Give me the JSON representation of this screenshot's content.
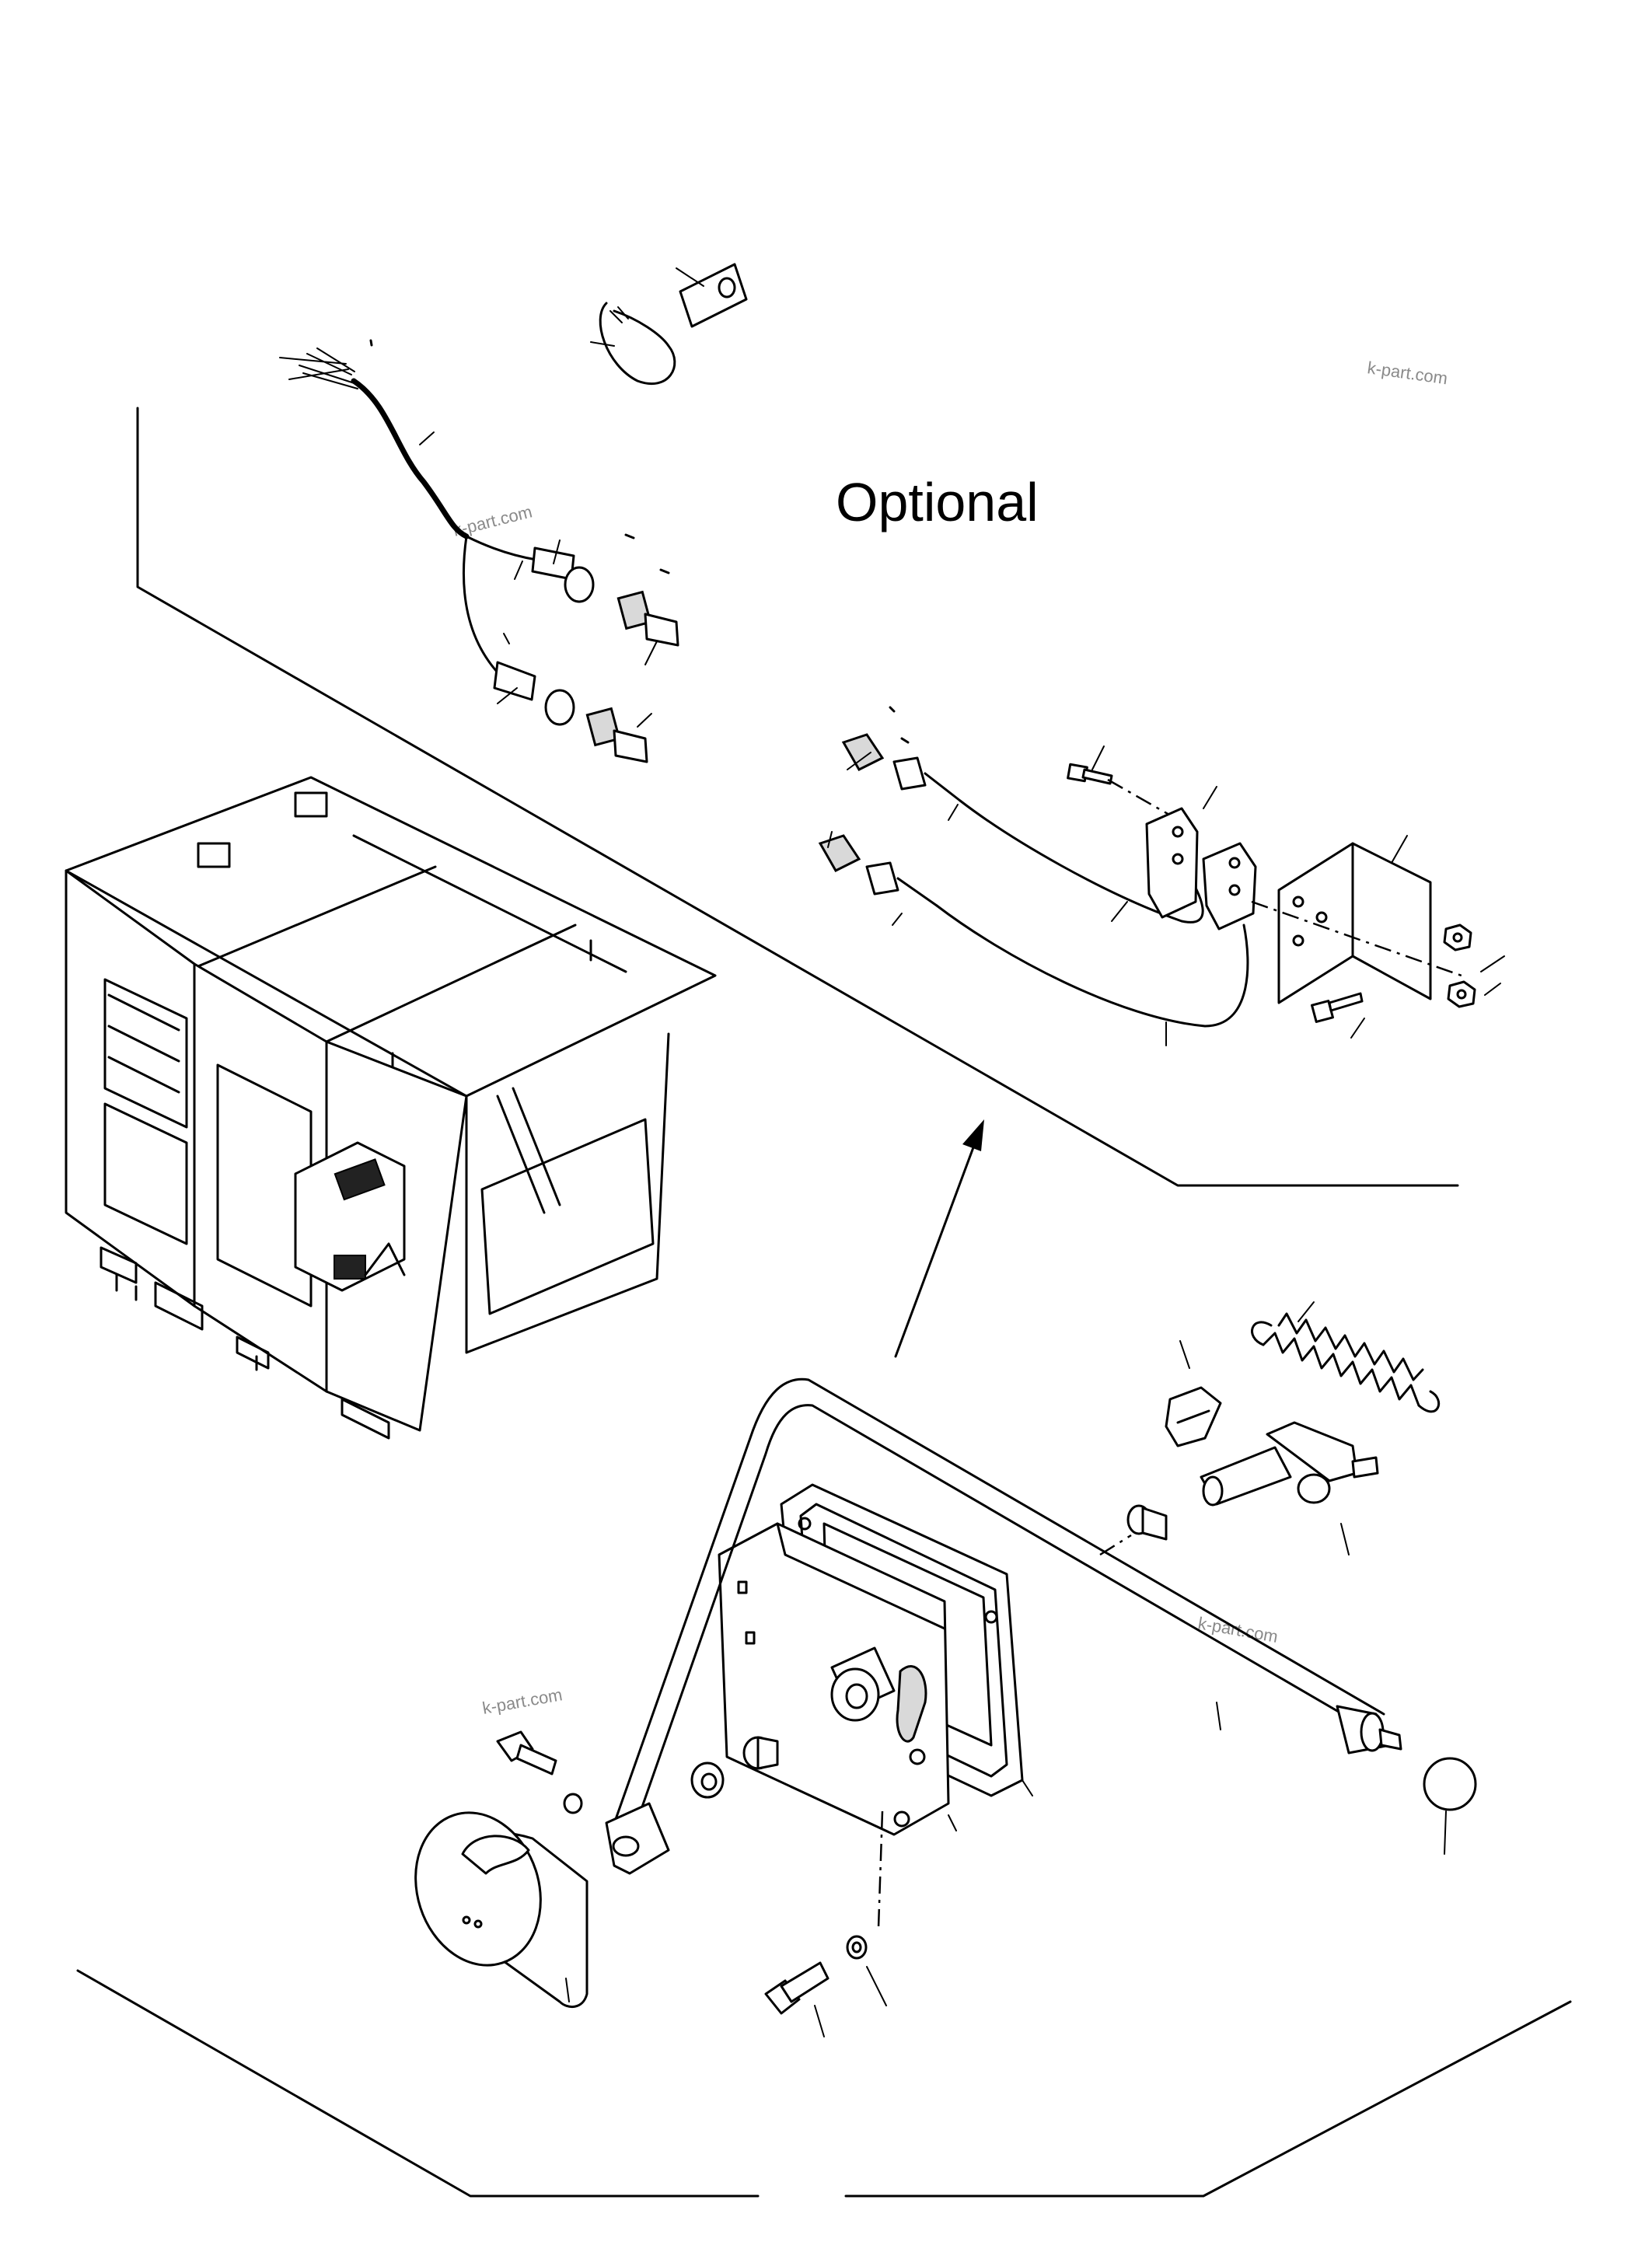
{
  "labels": {
    "optional": "Optional"
  },
  "watermarks": [
    "k-part.com",
    "k-part.com",
    "k-part.com",
    "k-part.com"
  ],
  "colors": {
    "line": "#000000",
    "background": "#ffffff",
    "watermark": "#8a8a8a"
  }
}
